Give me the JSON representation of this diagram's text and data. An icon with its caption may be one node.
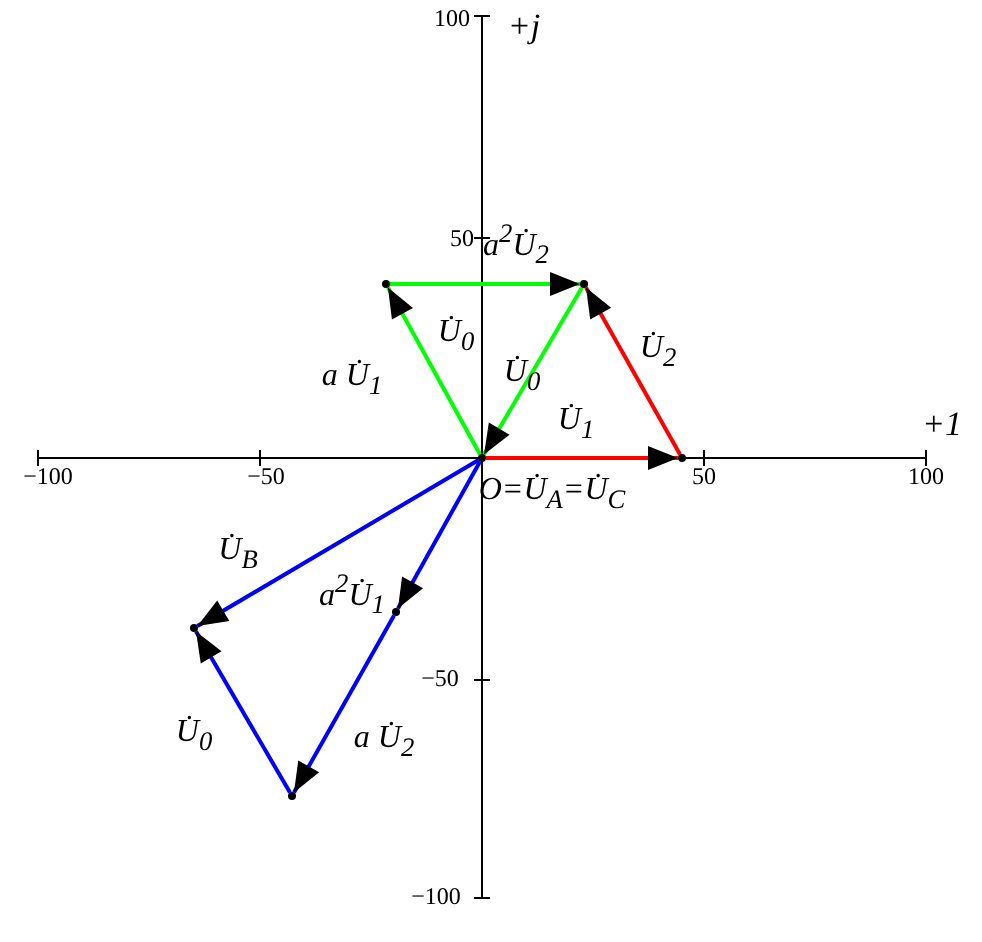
{
  "diagram": {
    "nodes": [
      {
        "text": [],
        "shape": "point"
      },
      {
        "text": [],
        "shape": "point"
      },
      {
        "text": [],
        "shape": "point",
        "beside": [
          "O=U̇$_{A}$=U̇$_{C}$"
        ]
      },
      {
        "text": [],
        "shape": "point"
      },
      {
        "text": [],
        "shape": "point"
      },
      {
        "text": [],
        "shape": "point"
      },
      {
        "text": [],
        "shape": "point"
      }
    ],
    "edges": [
      {
        "from": 2,
        "to": 3,
        "arrow": "to",
        "label": "U̇$_{1}$",
        "color": "#ff0000"
      },
      {
        "from": 3,
        "to": 1,
        "arrow": "to",
        "label": "U̇$_{2}$",
        "color": "#ff0000"
      },
      {
        "from": 0,
        "to": 1,
        "arrow": "to",
        "label": "a$^{2}$U̇$_{2}$",
        "color": "#00ff00"
      },
      {
        "from": 2,
        "to": 0,
        "arrow": "to",
        "label": "a U̇$_{1}$",
        "color": "#00ff00"
      },
      {
        "from": 1,
        "to": 2,
        "arrow": "to",
        "label": "U̇$_{0}$",
        "color": "#00ff00"
      },
      {
        "from": 2,
        "to": 5,
        "arrow": "to",
        "label": "U̇$_{B}$",
        "color": "#0000ff"
      },
      {
        "from": 2,
        "to": 4,
        "arrow": "to",
        "label": "a$^{2}$U̇$_{1}$",
        "color": "#0000ff"
      },
      {
        "from": 4,
        "to": 6,
        "arrow": "to",
        "label": "a U̇$_{2}$",
        "color": "#0000ff"
      },
      {
        "from": 6,
        "to": 5,
        "arrow": "to",
        "label": "U̇$_{0}$",
        "color": "#0000ff"
      }
    ],
    "labels": [
      "100",
      "+j",
      "50",
      "U̇$_{0}$",
      "+1",
      "−100",
      "−50",
      "50",
      "100",
      "−50",
      "−100"
    ]
  }
}
